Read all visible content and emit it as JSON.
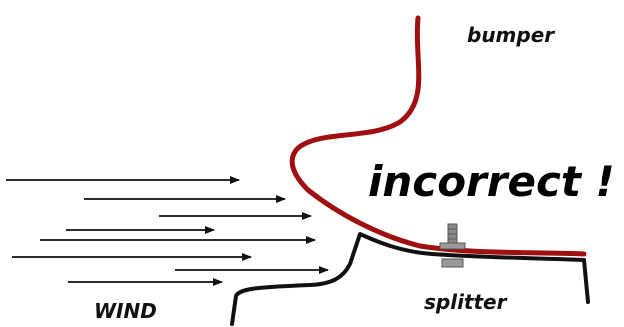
{
  "labels": {
    "bumper": "bumper",
    "verdict": "incorrect !",
    "wind": "WIND",
    "splitter": "splitter"
  },
  "colors": {
    "bumper_line": "#a01010",
    "splitter_line": "#111111",
    "arrow": "#111111",
    "bolt": "#8a8a8a"
  },
  "icons": {
    "fastener": "bolt-icon",
    "wind_arrows": "arrow-right-icon"
  }
}
